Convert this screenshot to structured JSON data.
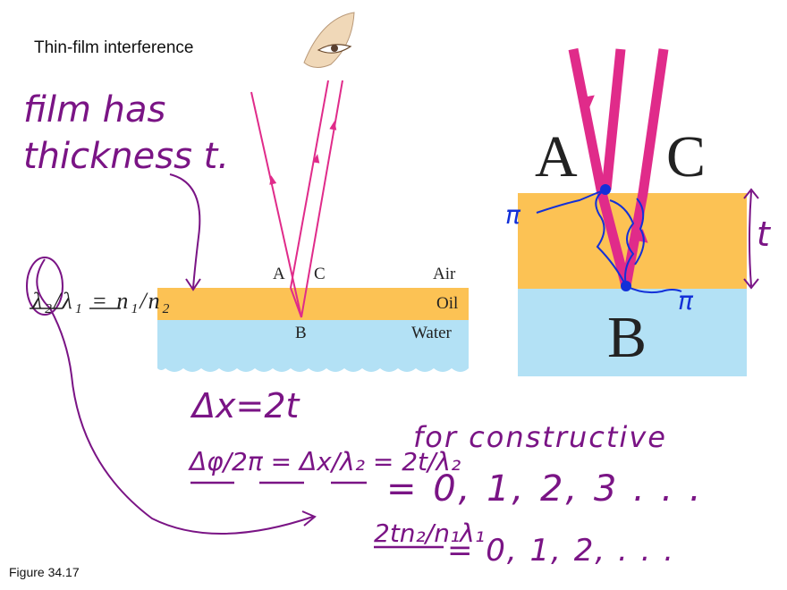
{
  "title": "Thin-film interference",
  "figure_label": "Figure 34.17",
  "diagram": {
    "ray_label_a": "A",
    "ray_label_c": "C",
    "point_label_b": "B",
    "medium_air": "Air",
    "medium_oil": "Oil",
    "medium_water": "Water"
  },
  "zoom": {
    "label_a": "A",
    "label_c": "C",
    "label_b": "B"
  },
  "notes": {
    "line1": "film has",
    "line2": "thickness t.",
    "path_difference": "Δx=2t",
    "constructive": "for constructive",
    "phase_rhs": "= 0, 1, 2, 3 . . .",
    "final_rhs": "= 0, 1, 2, . . .",
    "phase_shift_top": "π",
    "phase_shift_bottom": "π",
    "thickness": "t"
  },
  "formula": {
    "lambda_ratio": "λ₂/λ₁ = n₁/n₂",
    "phase": "Δφ/2π = Δx/λ₂ = 2t/λ₂",
    "final": "2tn₂/n₁λ₁"
  },
  "colors": {
    "oil": "#fcc254",
    "water": "#b3e1f5",
    "ray": "#e02b8a",
    "ink_purple": "#7a1485",
    "ink_blue": "#1330d8"
  }
}
